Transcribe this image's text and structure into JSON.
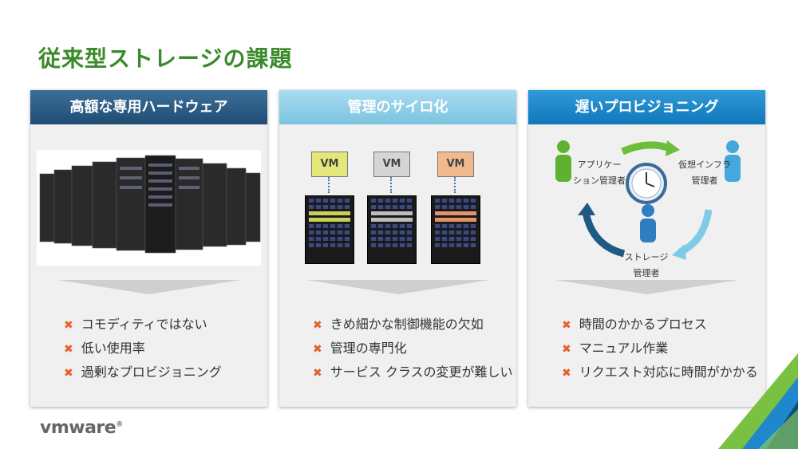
{
  "title": "従来型ストレージの課題",
  "colors": {
    "title_green": "#3a8a2a",
    "bullet_orange": "#e0642d",
    "header1": "#2a5b86",
    "header2": "#8fcfe8",
    "header3": "#1f88cc"
  },
  "panels": [
    {
      "heading": "高額な専用ハードウェア",
      "bullets": [
        "コモディティではない",
        "低い使用率",
        "過剰なプロビジョニング"
      ]
    },
    {
      "heading": "管理のサイロ化",
      "vm_labels": [
        "VM",
        "VM",
        "VM"
      ],
      "bullets": [
        "きめ細かな制御機能の欠如",
        "管理の専門化",
        "サービス クラスの変更が難しい"
      ]
    },
    {
      "heading": "遅いプロビジョニング",
      "roles": {
        "app_line1": "アプリケー",
        "app_line2": "ション管理者",
        "infra_line1": "仮想インフラ",
        "infra_line2": "管理者",
        "storage_line1": "ストレージ",
        "storage_line2": "管理者"
      },
      "bullets": [
        "時間のかかるプロセス",
        "マニュアル作業",
        "リクエスト対応に時間がかかる"
      ]
    }
  ],
  "logo": "vmware",
  "icons": [
    "x-mark-icon",
    "server-racks-image",
    "vm-box-icon",
    "chain-icon",
    "person-icon",
    "clock-icon",
    "cycle-arrow-icon"
  ]
}
